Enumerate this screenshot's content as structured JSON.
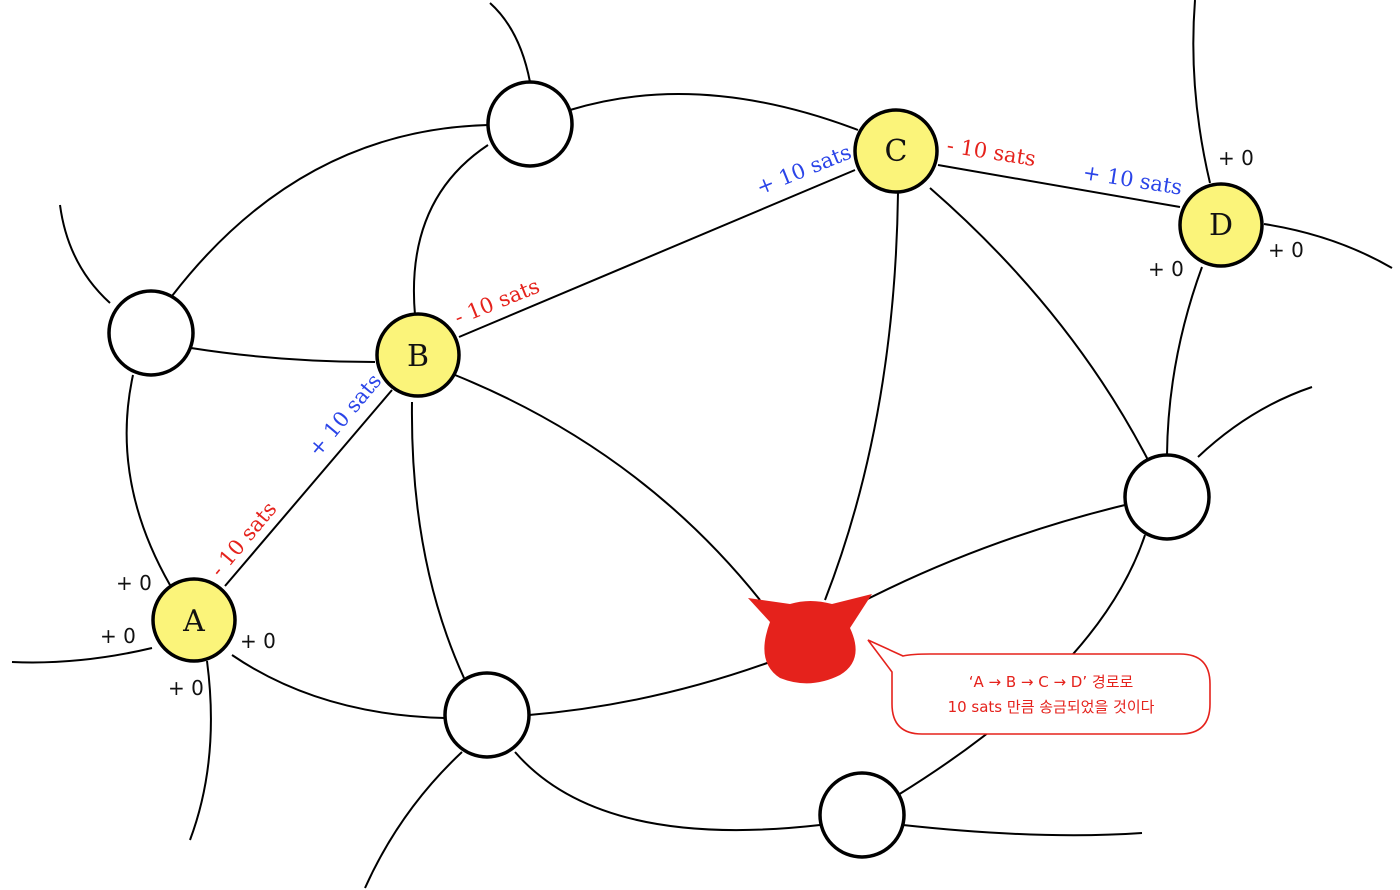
{
  "nodes": {
    "A": {
      "label": "A"
    },
    "B": {
      "label": "B"
    },
    "C": {
      "label": "C"
    },
    "D": {
      "label": "D"
    }
  },
  "flows": {
    "a_minus": "- 10 sats",
    "b_plus": "+ 10 sats",
    "b_minus": "- 10 sats",
    "c_plus": "+ 10 sats",
    "c_minus": "- 10 sats",
    "d_plus": "+ 10 sats"
  },
  "zeros": {
    "a_top": "+ 0",
    "a_left": "+ 0",
    "a_right": "+ 0",
    "a_bottom": "+ 0",
    "d_top": "+ 0",
    "d_left": "+ 0",
    "d_right": "+ 0"
  },
  "observer": {
    "icon": "cat-head-icon",
    "speech_line1": "‘A → B → C → D’ 경로로",
    "speech_line2": "10 sats 만큼 송금되었을 것이다"
  },
  "colors": {
    "highlight_node": "#fbf47a",
    "negative": "#e5221c",
    "positive": "#2a44e8",
    "observer": "#e5221c"
  }
}
